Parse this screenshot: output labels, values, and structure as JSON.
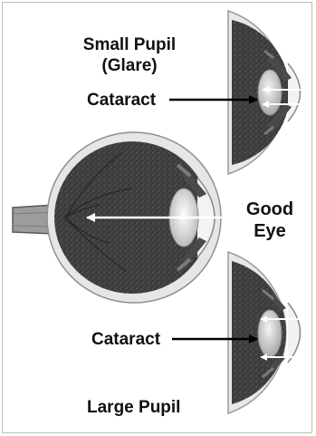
{
  "labels": {
    "small_pupil_line1": "Small Pupil",
    "small_pupil_line2": "(Glare)",
    "cataract_top": "Cataract",
    "good_eye_line1": "Good",
    "good_eye_line2": "Eye",
    "cataract_bottom": "Cataract",
    "large_pupil": "Large Pupil"
  },
  "colors": {
    "retina_dark": "#3d3d3d",
    "sclera": "#e4e4e4",
    "lens": "#d0d0d0",
    "arrow_white": "#ffffff",
    "arrow_black": "#000000"
  }
}
